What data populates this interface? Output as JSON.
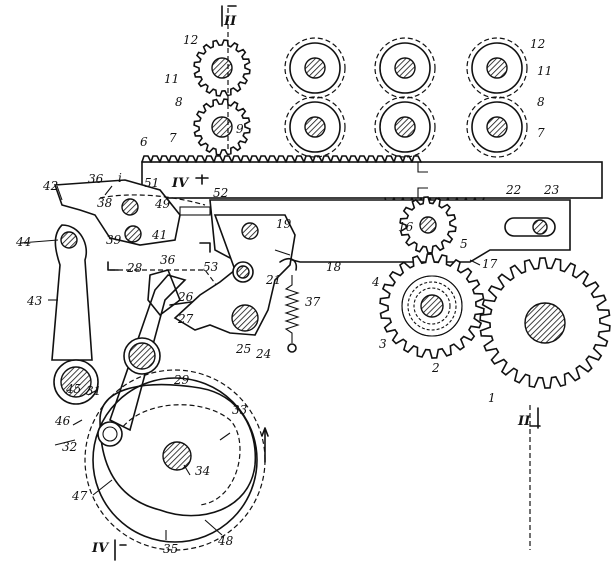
{
  "section_marks": [
    "II",
    "II",
    "IV",
    "IV"
  ],
  "labels": [
    "1",
    "2",
    "3",
    "4",
    "5",
    "6",
    "7",
    "8",
    "9",
    "11",
    "12",
    "7",
    "8",
    "11",
    "12",
    "16",
    "17",
    "18",
    "19",
    "21",
    "22",
    "23",
    "24",
    "25",
    "26",
    "27",
    "28",
    "29",
    "31",
    "32",
    "33",
    "34",
    "35",
    "36",
    "36",
    "37",
    "38",
    "39",
    "41",
    "42",
    "43",
    "44",
    "45",
    "46",
    "47",
    "48",
    "49",
    "51",
    "52",
    "53",
    "i"
  ]
}
